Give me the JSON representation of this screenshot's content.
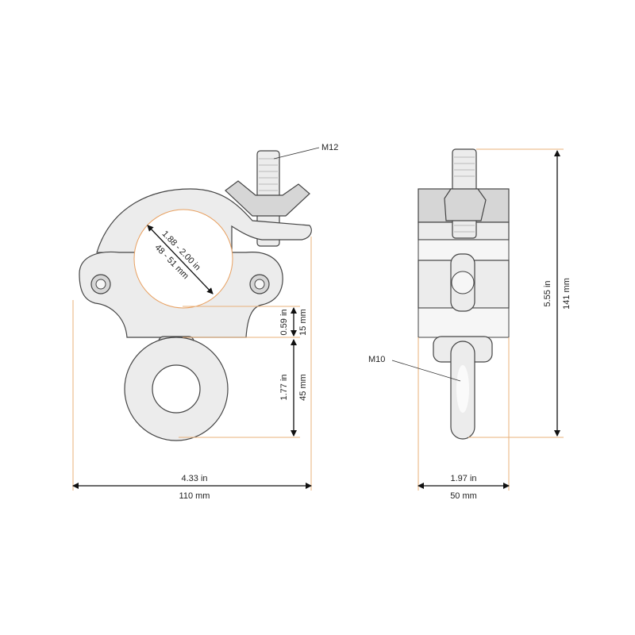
{
  "front_view": {
    "thread_label": "M12",
    "tube_diameter_in": "1.88 - 2.00 in",
    "tube_diameter_mm": "48 - 51 mm",
    "body_height_in": "0.59 in",
    "body_height_mm": "15 mm",
    "eye_height_in": "1.77 in",
    "eye_height_mm": "45 mm",
    "width_in": "4.33 in",
    "width_mm": "110 mm"
  },
  "side_view": {
    "thread_label": "M10",
    "height_in": "5.55 in",
    "height_mm": "141 mm",
    "width_in": "1.97 in",
    "width_mm": "50 mm"
  },
  "colors": {
    "extension_line": "#e8b07a",
    "dimension_line": "#111111"
  }
}
